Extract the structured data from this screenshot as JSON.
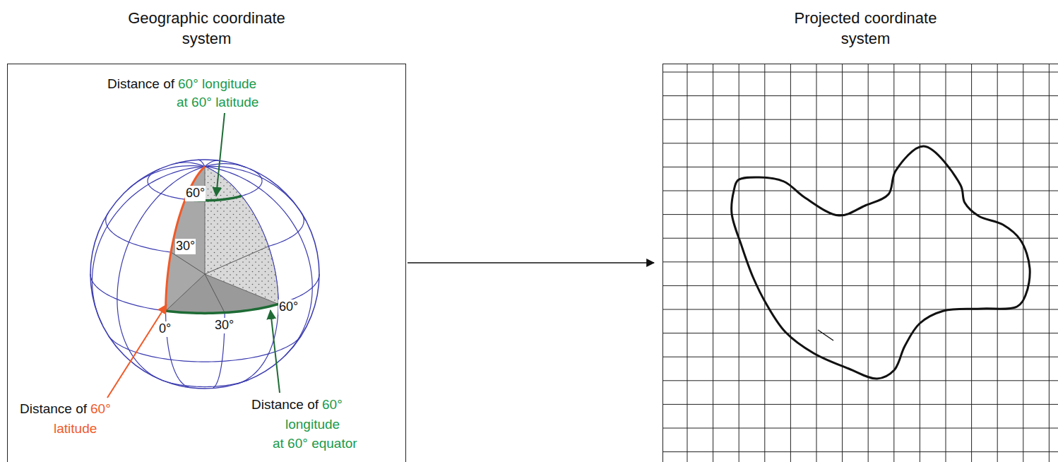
{
  "diagram": {
    "nodes": [
      {
        "text": [
          "Geographic coordinate system"
        ]
      },
      {
        "text": [
          "Projected coordinate system"
        ]
      }
    ],
    "edges": [
      {
        "from": 0,
        "to": 1,
        "arrow": "to"
      }
    ],
    "labels": [
      "Distance of",
      "60° longitude",
      "at 60° latitude",
      "60°",
      "30°",
      "0°",
      "30°",
      "60°",
      "Distance of",
      "60°",
      "latitude",
      "Distance of",
      "60°",
      "longitude",
      "at 60° equator"
    ]
  }
}
